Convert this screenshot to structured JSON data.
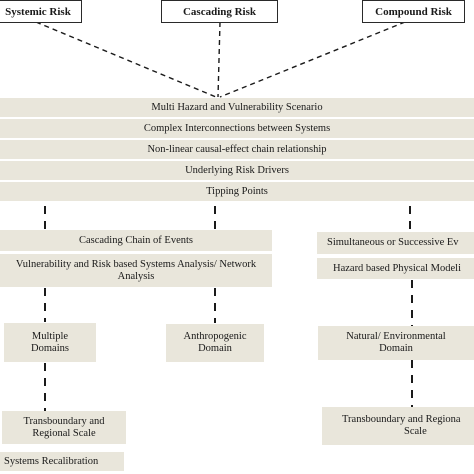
{
  "top_nodes": [
    "Systemic Risk",
    "Cascading Risk",
    "Compound Risk"
  ],
  "central_stack": [
    "Multi Hazard and Vulnerability Scenario",
    "Complex Interconnections between Systems",
    "Non-linear causal-effect chain relationship",
    "Underlying Risk Drivers",
    "Tipping Points"
  ],
  "left_branch": {
    "row1": "Cascading  Chain of Events",
    "row2_line1": "Vulnerability  and Risk based Systems Analysis/ Network",
    "row2_line2": "Analysis",
    "domain_left_line1": "Multiple",
    "domain_left_line2": "Domains",
    "domain_mid_line1": "Anthropogenic",
    "domain_mid_line2": "Domain",
    "scale_line1": "Transboundary and",
    "scale_line2": "Regional Scale",
    "recalibration": "Systems Recalibration"
  },
  "right_branch": {
    "row1": "Simultaneous or Successive Ev",
    "row2": "Hazard based Physical Modeli",
    "domain_line1": "Natural/ Environmental",
    "domain_line2": "Domain",
    "scale_line1": "Transboundary and Regiona",
    "scale_line2": "Scale"
  },
  "colors": {
    "box_fill": "#e9e6db",
    "line": "#1a1a1a",
    "border": "#2a2a2a"
  }
}
